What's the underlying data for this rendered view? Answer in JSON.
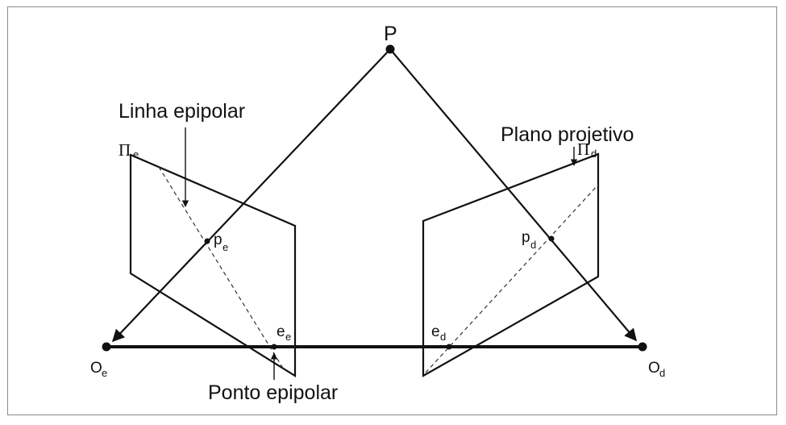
{
  "labels": {
    "P": "P",
    "linha_epipolar": "Linha epipolar",
    "plano_projetivo": "Plano projetivo",
    "ponto_epipolar": "Ponto epipolar",
    "pi": "Π",
    "e": "e",
    "d": "d",
    "p": "p",
    "O": "O"
  }
}
